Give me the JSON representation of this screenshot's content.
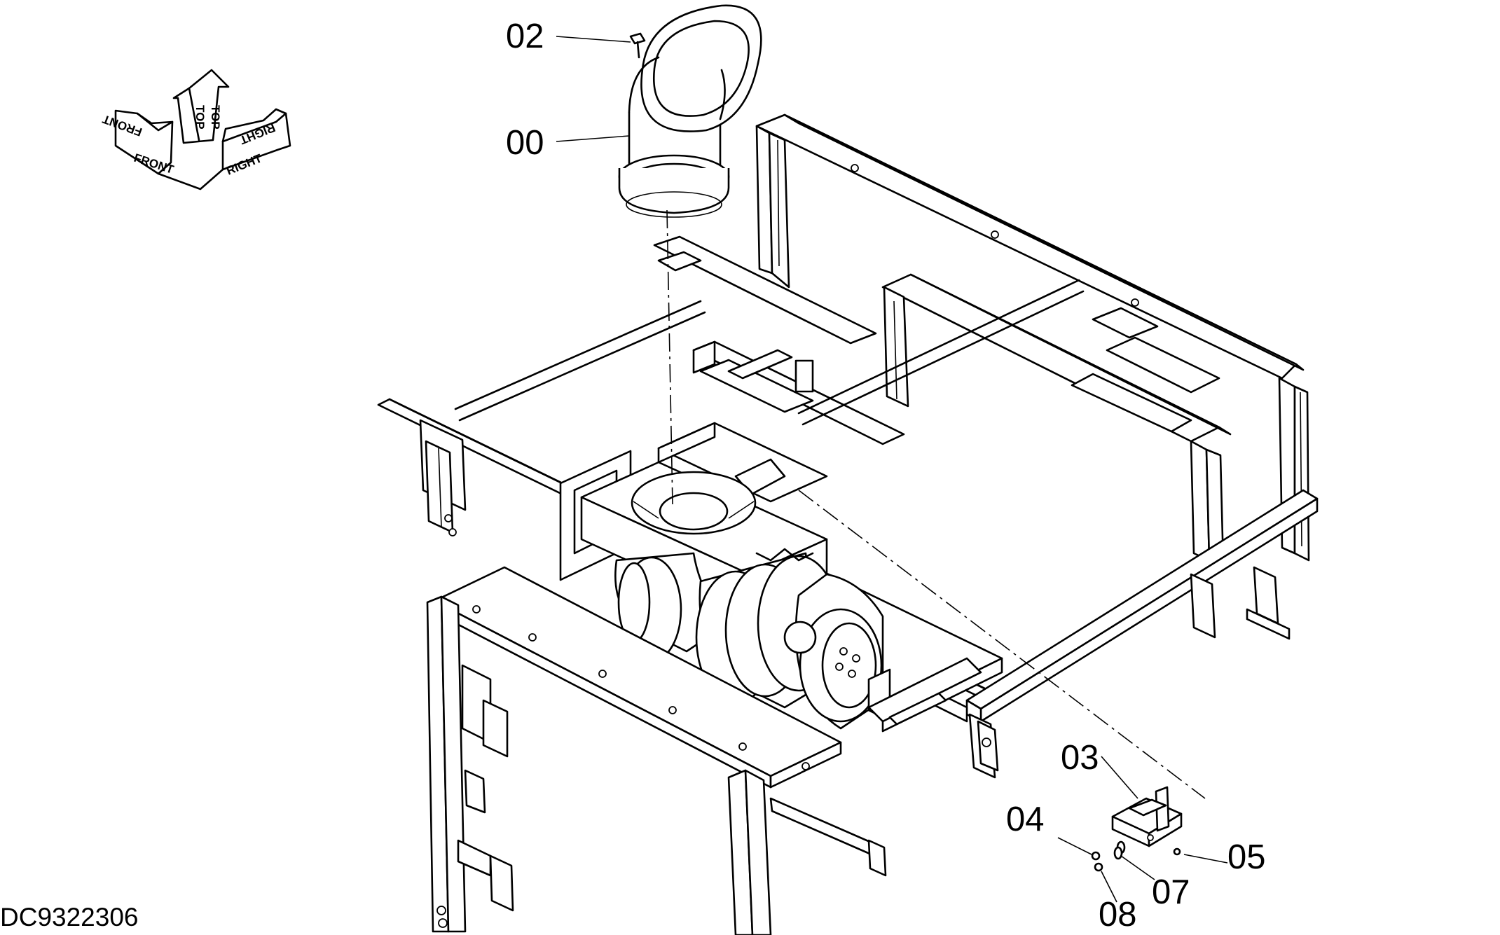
{
  "drawing_number": "DC9322306",
  "orientation_labels": {
    "front": "FRONT",
    "top": "TOP",
    "right": "RIGHT"
  },
  "callouts": {
    "c00": "00",
    "c02": "02",
    "c03": "03",
    "c04": "04",
    "c05": "05",
    "c07": "07",
    "c08": "08"
  }
}
